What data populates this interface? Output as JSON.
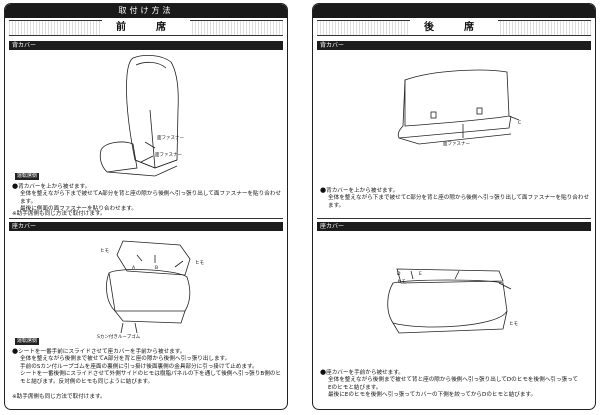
{
  "header": {
    "title": "取付け方法"
  },
  "front": {
    "title": "前　席",
    "seatback": {
      "heading": "背カバー",
      "callout_upper": "面ファスナー",
      "callout_lower": "面ファスナー",
      "badge": "運転席側",
      "step_bullet": "●",
      "step_title": "背カバーを上から被せます。",
      "step_lines": [
        "全体を整えながら下まで被せてA部分を背と座の隙から後側へ引っ張り出して面ファスナーを貼り合わせます。",
        "最後に側面の面ファスナーを貼り合わせます。"
      ],
      "note": "※助手席側も同じ方法で取付けます。"
    },
    "seat": {
      "heading": "座カバー",
      "callout_a": "ヒモ",
      "callout_b": "ヒモ",
      "callout_hook": "Sカン付きループゴム",
      "marker_a": "A",
      "marker_b": "B",
      "badge": "運転席側",
      "step_bullet": "●",
      "step_title": "シートを一番手前にスライドさせて座カバーを手前から被せます。",
      "step_lines": [
        "全体を整えながら後側まで被せてA部分を背と座の隙から後側へ引っ張り出します。",
        "手前のSカン付ループゴムを座面の裏側に引っ掛け後面裏側の金具部分に引っ掛けて止めます。",
        "シートを一番後側にスライドさせて外側サイドのヒモは樹脂パネルの下を通して後側へ引っ張りB側のヒモと結びます。反対側のヒモも同じように結びます。"
      ],
      "note": "※助手席側も同じ方法で取付けます。"
    }
  },
  "rear": {
    "title": "後　席",
    "seatback": {
      "heading": "背カバー",
      "callout_fastener": "面ファスナー",
      "marker": "C",
      "step_bullet": "●",
      "step_title": "背カバーを上から被せます。",
      "step_lines": [
        "全体を整えながら下まで被せてC部分を背と座の隙から後側へ引っ張り出して面ファスナーを貼り合わせます。"
      ]
    },
    "seat": {
      "heading": "座カバー",
      "marker_d": "D",
      "marker_e": "E",
      "callout_left": "ヒモ",
      "callout_right": "ヒモ",
      "step_bullet": "●",
      "step_title": "座カバーを手前から被せます。",
      "step_lines": [
        "全体を整えながら後側まで被せて背と座の隙から後側へ引っ張り出してDのヒモを後側へ引っ張って",
        "Eのヒモと結びます。",
        "最後にEのヒモを後側へ引っ張ってカバーの下側を絞ってからDのヒモと結びます。"
      ]
    }
  }
}
